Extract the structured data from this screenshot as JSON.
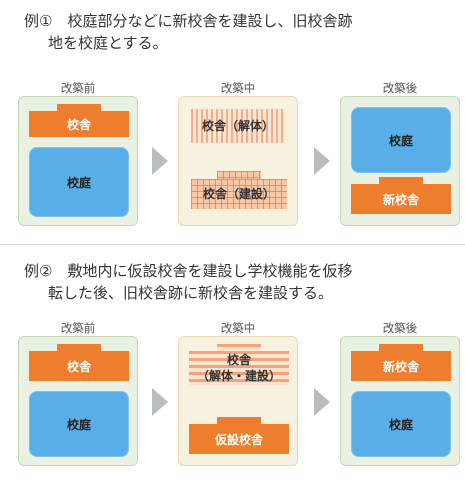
{
  "examples": [
    {
      "heading_line1": "例①　校庭部分などに新校舎を建設し、旧校舎跡",
      "heading_line2": "地を校庭とする。",
      "stages": {
        "before": {
          "label": "改築前",
          "building": "校舎",
          "yard": "校庭"
        },
        "during": {
          "label": "改築中",
          "demolish": "校舎（解体）",
          "build": "校舎（建設）"
        },
        "after": {
          "label": "改築後",
          "yard": "校庭",
          "building": "新校舎"
        }
      }
    },
    {
      "heading_line1": "例②　敷地内に仮設校舎を建設し学校機能を仮移",
      "heading_line2": "転した後、旧校舎跡に新校舎を建設する。",
      "stages": {
        "before": {
          "label": "改築前",
          "building": "校舎",
          "yard": "校庭"
        },
        "during": {
          "label": "改築中",
          "rebuild_line1": "校舎",
          "rebuild_line2": "（解体・建設）",
          "temporary": "仮設校舎"
        },
        "after": {
          "label": "改築後",
          "building": "新校舎",
          "yard": "校庭"
        }
      }
    }
  ],
  "colors": {
    "building": "#ee7e2d",
    "yard": "#5aaee8",
    "panel_green": "#e9f2e2",
    "panel_cream": "#f7f1df",
    "arrow": "#b9bdc0"
  },
  "icons": [
    "right-arrow-icon"
  ]
}
